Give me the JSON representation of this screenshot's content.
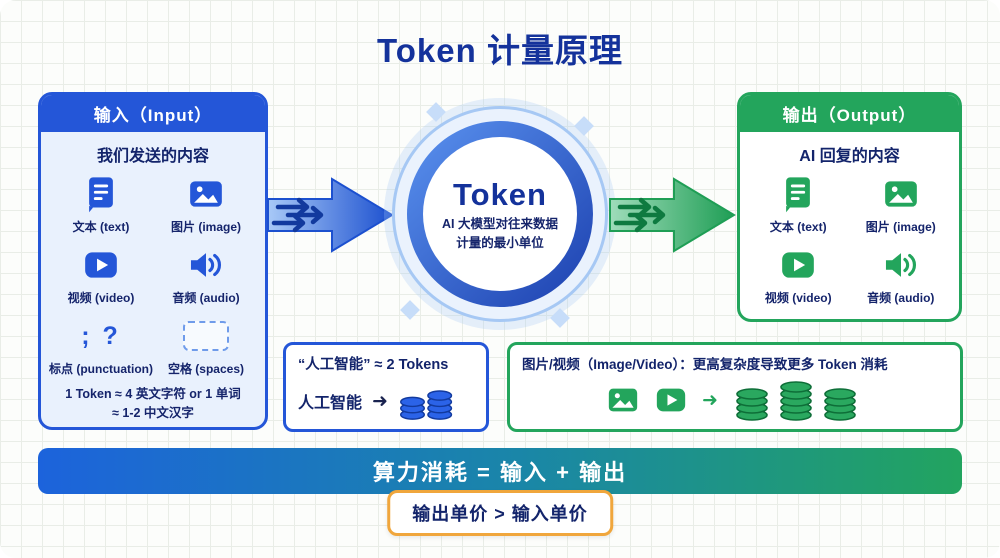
{
  "title": "Token 计量原理",
  "input_panel": {
    "header": "输入（Input）",
    "subtitle": "我们发送的内容",
    "items": [
      {
        "label": "文本 (text)",
        "icon": "document-icon"
      },
      {
        "label": "图片 (image)",
        "icon": "image-icon"
      },
      {
        "label": "视频 (video)",
        "icon": "video-icon"
      },
      {
        "label": "音频 (audio)",
        "icon": "audio-icon"
      },
      {
        "label": "标点 (punctuation)",
        "icon": "punctuation-icon"
      },
      {
        "label": "空格 (spaces)",
        "icon": "spaces-icon"
      }
    ],
    "punctuation_glyph": "; ?",
    "footnote_line1": "1 Token ≈ 4 英文字符 or 1 单词",
    "footnote_line2": "≈ 1-2 中文汉字"
  },
  "token_badge": {
    "title": "Token",
    "subtitle_line1": "AI 大模型对往来数据",
    "subtitle_line2": "计量的最小单位"
  },
  "output_panel": {
    "header": "输出（Output）",
    "subtitle": "AI 回复的内容",
    "items": [
      {
        "label": "文本 (text)",
        "icon": "document-icon"
      },
      {
        "label": "图片 (image)",
        "icon": "image-icon"
      },
      {
        "label": "视频 (video)",
        "icon": "video-icon"
      },
      {
        "label": "音频 (audio)",
        "icon": "audio-icon"
      }
    ]
  },
  "example_box": {
    "title": "“人工智能” ≈ 2 Tokens",
    "word": "人工智能",
    "token_count": 2
  },
  "media_box": {
    "title": "图片/视频（Image/Video）：更高复杂度导致更多 Token 消耗"
  },
  "compute_bar": {
    "text": "算力消耗 = 输入 + 输出"
  },
  "price_pill": {
    "text": "输出单价 > 输入单价"
  },
  "colors": {
    "title_blue": "#14329b",
    "input_blue": "#2456d8",
    "output_green": "#23a55c",
    "pill_orange": "#f0a63c"
  }
}
